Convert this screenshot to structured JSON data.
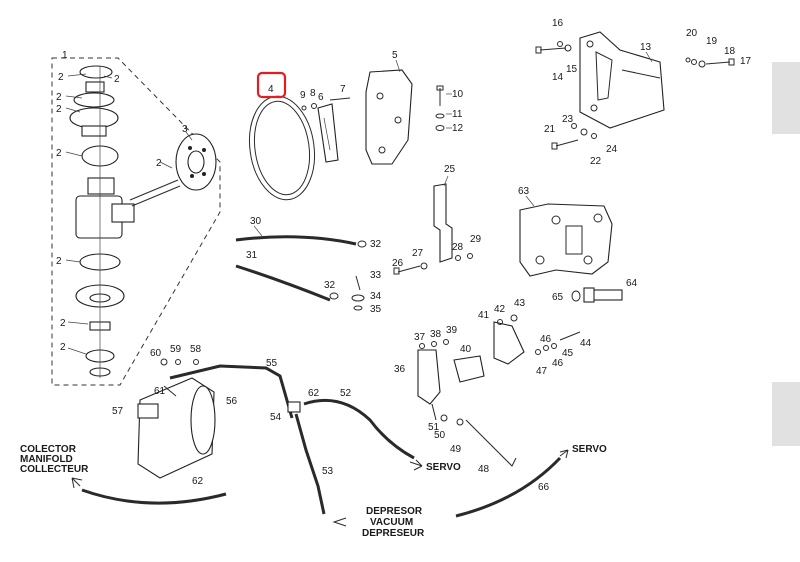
{
  "diagram": {
    "highlighted_label": "4",
    "callouts": {
      "c1": "1",
      "c2a": "2",
      "c2b": "2",
      "c2c": "2",
      "c2d": "2",
      "c2e": "2",
      "c2f": "2",
      "c2g": "2",
      "c2h": "2",
      "c2i": "2",
      "c3": "3",
      "c4": "4",
      "c5": "5",
      "c6": "6",
      "c7": "7",
      "c8": "8",
      "c9": "9",
      "c10": "10",
      "c11": "11",
      "c12": "12",
      "c13": "13",
      "c14": "14",
      "c15": "15",
      "c16": "16",
      "c17": "17",
      "c18": "18",
      "c19": "19",
      "c20": "20",
      "c21": "21",
      "c22": "22",
      "c23": "23",
      "c24": "24",
      "c25": "25",
      "c26": "26",
      "c27": "27",
      "c28": "28",
      "c29": "29",
      "c30": "30",
      "c31": "31",
      "c32a": "32",
      "c32b": "32",
      "c33": "33",
      "c34": "34",
      "c35": "35",
      "c36": "36",
      "c37": "37",
      "c38": "38",
      "c39": "39",
      "c40": "40",
      "c41": "41",
      "c42": "42",
      "c43": "43",
      "c44": "44",
      "c45": "45",
      "c46a": "46",
      "c46b": "46",
      "c47": "47",
      "c48": "48",
      "c49": "49",
      "c50": "50",
      "c51": "51",
      "c52": "52",
      "c53": "53",
      "c54": "54",
      "c55": "55",
      "c56": "56",
      "c57": "57",
      "c58": "58",
      "c59": "59",
      "c60": "60",
      "c61": "61",
      "c62a": "62",
      "c62b": "62",
      "c63": "63",
      "c64": "64",
      "c65": "65",
      "c66": "66"
    },
    "captions": {
      "collector_1": "COLECTOR",
      "collector_2": "MANIFOLD",
      "collector_3": "COLLECTEUR",
      "servo_a": "SERVO",
      "servo_b": "SERVO",
      "vacuum_1": "DEPRESOR",
      "vacuum_2": "VACUUM",
      "vacuum_3": "DEPRESEUR"
    }
  }
}
